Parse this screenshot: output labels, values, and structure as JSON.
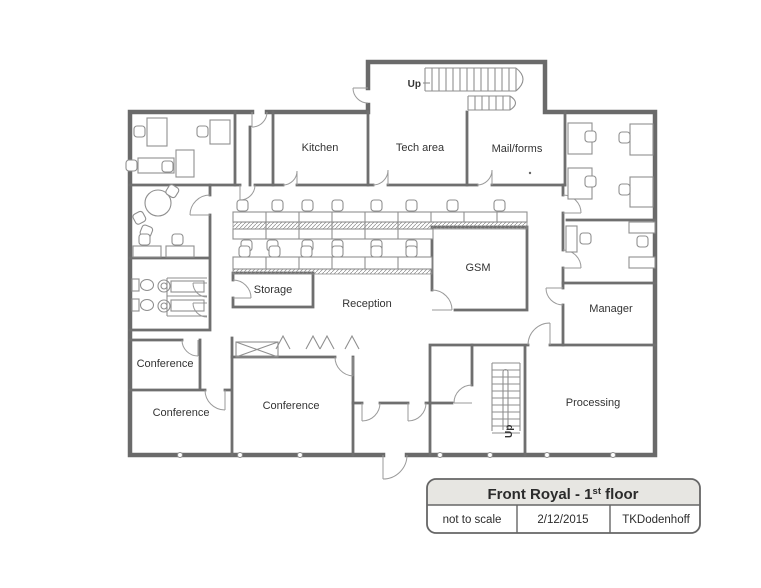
{
  "title_block": {
    "title_main": "Front Royal - 1",
    "title_sup": "st",
    "title_rest": " floor",
    "scale_note": "not to scale",
    "date": "2/12/2015",
    "author": "TKDodenhoff"
  },
  "rooms": {
    "kitchen": "Kitchen",
    "tech_area": "Tech area",
    "mail_forms": "Mail/forms",
    "gsm": "GSM",
    "storage": "Storage",
    "reception": "Reception",
    "manager": "Manager",
    "conference_upper_left": "Conference",
    "conference_lower_left": "Conference",
    "conference_center": "Conference",
    "processing": "Processing",
    "stairs_upper": "Up",
    "stairs_lower": "Up"
  },
  "colors": {
    "wall": "#6a6a6a",
    "furniture": "#8f8f8f",
    "text": "#333333",
    "title_header_bg": "#e7e6e2"
  }
}
